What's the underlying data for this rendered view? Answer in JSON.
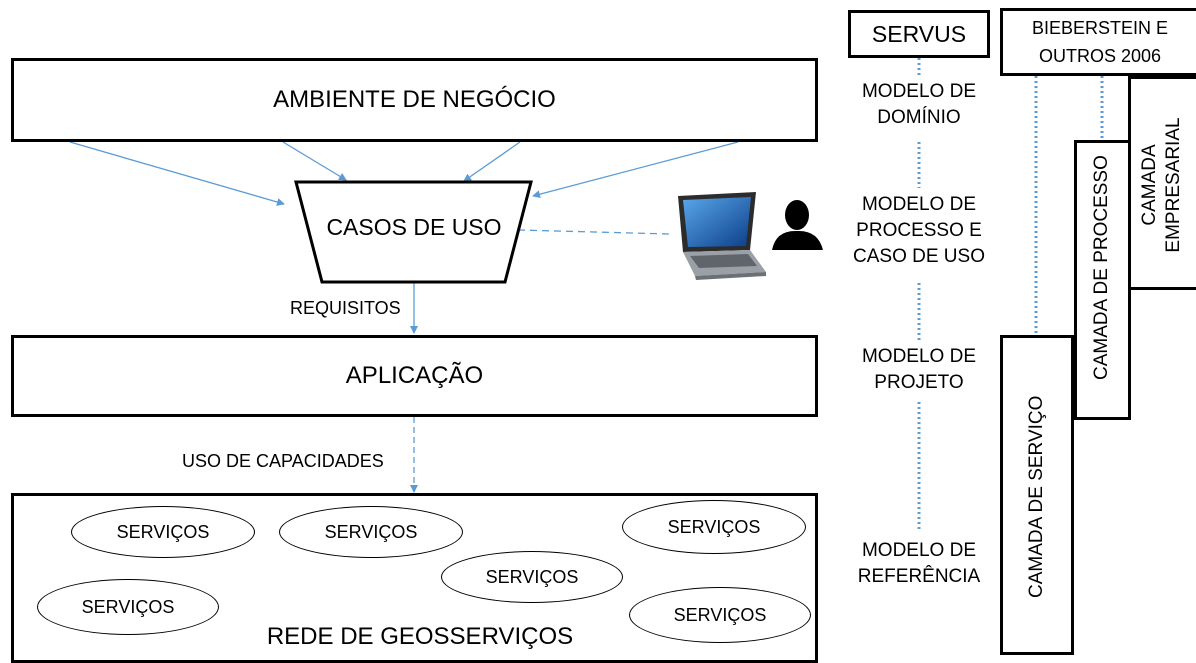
{
  "left": {
    "business": "AMBIENTE DE NEGÓCIO",
    "use_cases": "CASOS DE USO",
    "requirements_label": "REQUISITOS",
    "application": "APLICAÇÃO",
    "capabilities_label": "USO DE CAPACIDADES",
    "network_title": "REDE DE GEOSSERVIÇOS",
    "service_label": "SERVIÇOS"
  },
  "servus": {
    "title": "SERVUS",
    "models": [
      {
        "line1": "MODELO DE",
        "line2": "DOMÍNIO"
      },
      {
        "line1": "MODELO DE",
        "line2": "PROCESSO E",
        "line3": "CASO DE USO"
      },
      {
        "line1": "MODELO DE",
        "line2": "PROJETO"
      },
      {
        "line1": "MODELO DE",
        "line2": "REFERÊNCIA"
      }
    ]
  },
  "bieberstein": {
    "title_line1": "BIEBERSTEIN E",
    "title_line2": "OUTROS 2006",
    "layers": {
      "service": "CAMADA DE SERVIÇO",
      "process": "CAMADA DE PROCESSO",
      "enterprise_line1": "CAMADA",
      "enterprise_line2": "EMPRESARIAL"
    }
  },
  "colors": {
    "arrow": "#5b9bd5",
    "dotted": "#5b9bd5",
    "border": "#000000"
  }
}
